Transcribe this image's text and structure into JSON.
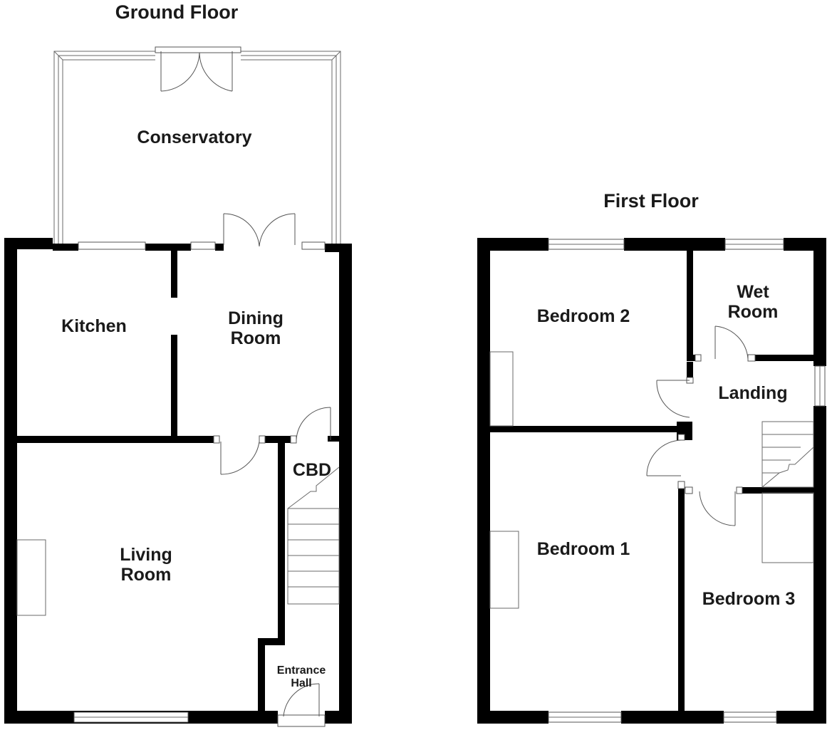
{
  "floors": {
    "ground": {
      "title": "Ground Floor",
      "rooms": {
        "conservatory": "Conservatory",
        "kitchen": "Kitchen",
        "dining_line1": "Dining",
        "dining_line2": "Room",
        "living_line1": "Living",
        "living_line2": "Room",
        "cbd": "CBD",
        "entrance_line1": "Entrance",
        "entrance_line2": "Hall"
      }
    },
    "first": {
      "title": "First Floor",
      "rooms": {
        "bedroom1": "Bedroom 1",
        "bedroom2": "Bedroom 2",
        "bedroom3": "Bedroom 3",
        "wet_line1": "Wet",
        "wet_line2": "Room",
        "landing": "Landing"
      }
    }
  },
  "colors": {
    "wall": "#000000",
    "background": "#ffffff",
    "fixture_line": "#6a6a6a"
  }
}
